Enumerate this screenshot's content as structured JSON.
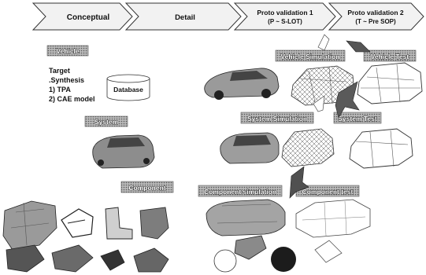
{
  "phases": [
    {
      "line1": "Conceptual",
      "line2": ""
    },
    {
      "line1": "Detail",
      "line2": ""
    },
    {
      "line1": "Proto validation 1",
      "line2": "(P ~ S-LOT)"
    },
    {
      "line1": "Proto validation 2",
      "line2": "(T ~ Pre SOP)"
    }
  ],
  "tags": {
    "vehicle": "Vehicle",
    "vehicle_simulation": "Vehicle Simulation",
    "vehicle_test": "Vehicle Test",
    "system": "System",
    "system_simulation": "System Simulation",
    "system_test": "System Test",
    "component": "Component",
    "component_simulation": "Component simulation",
    "component_test": "Component test"
  },
  "target": {
    "heading": "Target",
    "line1": ".Synthesis",
    "line2": "1) TPA",
    "line3": "2) CAE model"
  },
  "database_label": "Database",
  "colors": {
    "tag_fill": "#8a8a8a",
    "phase_fill": "#f2f2f2",
    "outline": "#333333"
  }
}
